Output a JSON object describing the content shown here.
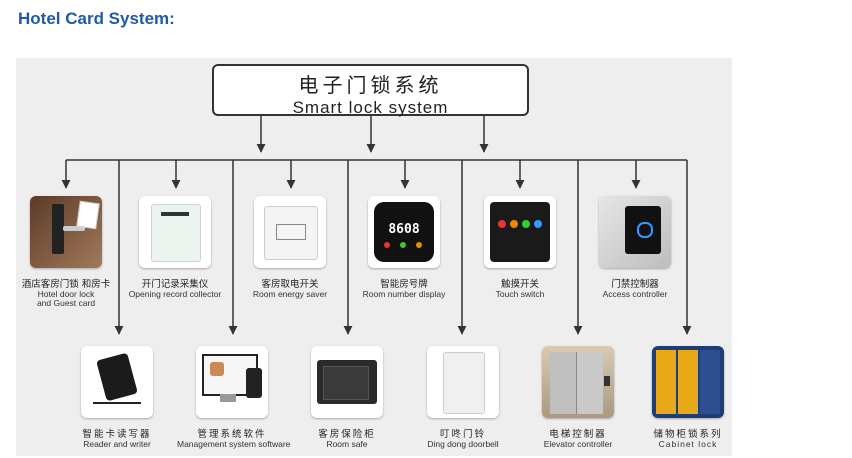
{
  "heading": "Hotel Card System:",
  "root": {
    "cn": "电子门锁系统",
    "en": "Smart lock system"
  },
  "top_row": [
    {
      "cn": "酒店客房门锁 和房卡",
      "en": "Hotel door lock",
      "en2": "and Guest card",
      "icon": "door-lock-icon"
    },
    {
      "cn": "开门记录采集仪",
      "en": "Opening record collector",
      "en2": "",
      "icon": "record-collector-icon"
    },
    {
      "cn": "客房取电开关",
      "en": "Room energy saver",
      "en2": "",
      "icon": "energy-saver-icon"
    },
    {
      "cn": "智能房号牌",
      "en": "Room number display",
      "en2": "",
      "icon": "room-number-icon",
      "display": "8608"
    },
    {
      "cn": "触摸开关",
      "en": "Touch switch",
      "en2": "",
      "icon": "touch-switch-icon"
    },
    {
      "cn": "门禁控制器",
      "en": "Access controller",
      "en2": "",
      "icon": "access-controller-icon"
    }
  ],
  "bottom_row": [
    {
      "cn": "智能卡读写器",
      "en": "Reader and writer",
      "icon": "card-reader-icon"
    },
    {
      "cn": "管理系统软件",
      "en": "Management system software",
      "icon": "computer-icon"
    },
    {
      "cn": "客房保险柜",
      "en": "Room safe",
      "icon": "safe-icon"
    },
    {
      "cn": "叮咚门铃",
      "en": "Ding dong doorbell",
      "icon": "doorbell-icon"
    },
    {
      "cn": "电梯控制器",
      "en": "Elevator controller",
      "icon": "elevator-icon"
    },
    {
      "cn": "储物柜锁系列",
      "en": "Cabinet lock",
      "icon": "locker-icon"
    }
  ]
}
